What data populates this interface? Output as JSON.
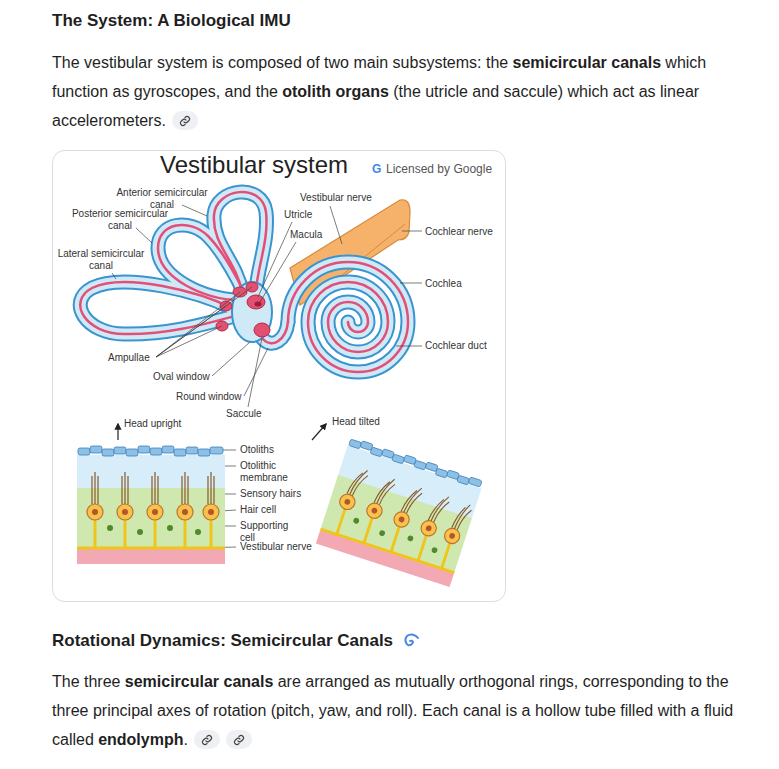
{
  "diagram": {
    "title": "The System: A Biological IMU",
    "labels": [
      "The vestibular system is composed of two main subsystems: the",
      "semicircular canals",
      "which function as gyroscopes, and the",
      "otolith organs",
      "(the utricle and saccule) which act as linear accelerometers.",
      "Vestibular system",
      "G",
      "Licensed by Google",
      "Anterior semicircular canal",
      "Posterior semicircular canal",
      "Utricle",
      "Vestibular nerve",
      "Macula",
      "Cochlear nerve",
      "Lateral semicircular canal",
      "Cochlea",
      "Ampullae",
      "Cochlear duct",
      "Oval window",
      "Round window",
      "Saccule",
      "Head upright",
      "Head tilted",
      "Otoliths",
      "Otolithic membrane",
      "Sensory hairs",
      "Hair cell",
      "Supporting cell",
      "Vestibular nerve",
      "Rotational Dynamics: Semicircular Canals",
      "The three",
      "semicircular canals",
      "are arranged as mutually orthogonal rings, corresponding to the three principal axes of rotation (pitch, yaw, and roll). Each canal is a hollow tube filled with a fluid called",
      "endolymph",
      "."
    ]
  }
}
